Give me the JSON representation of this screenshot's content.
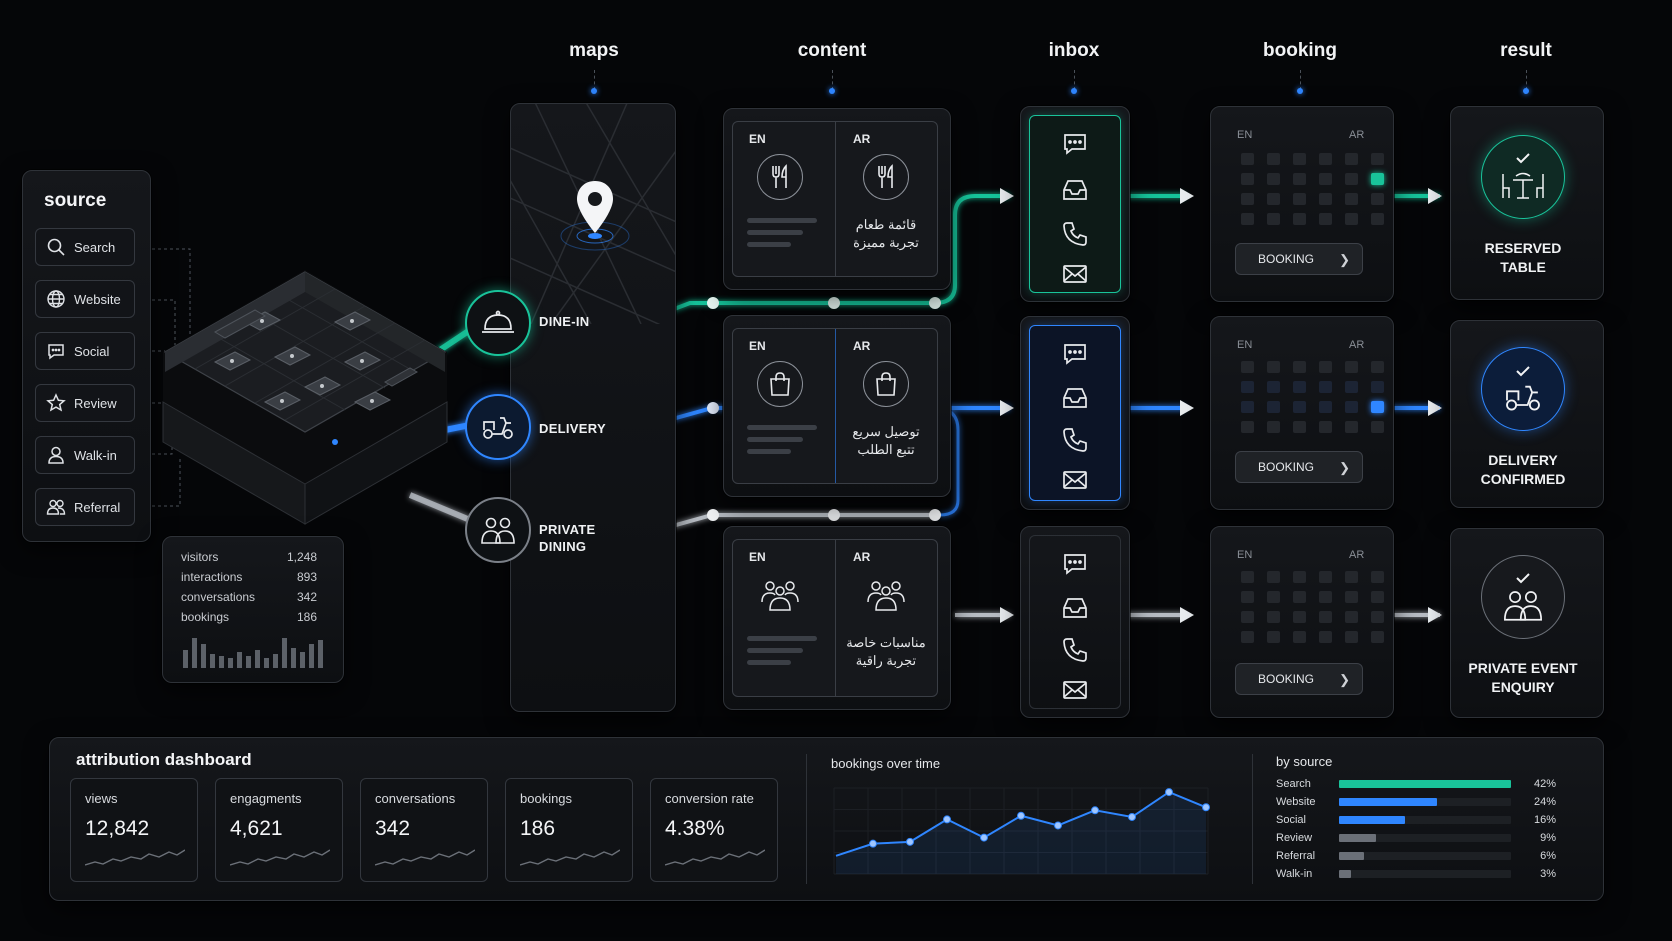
{
  "stages": [
    "maps",
    "content",
    "inbox",
    "booking",
    "result"
  ],
  "source": {
    "title": "source",
    "items": [
      {
        "label": "Search",
        "icon": "search-icon"
      },
      {
        "label": "Website",
        "icon": "globe-icon"
      },
      {
        "label": "Social",
        "icon": "chat-icon"
      },
      {
        "label": "Review",
        "icon": "star-icon"
      },
      {
        "label": "Walk-in",
        "icon": "person-icon"
      },
      {
        "label": "Referral",
        "icon": "people-icon"
      }
    ]
  },
  "stats": [
    {
      "label": "visitors",
      "value": "1,248"
    },
    {
      "label": "interactions",
      "value": "893"
    },
    {
      "label": "conversations",
      "value": "342"
    },
    {
      "label": "bookings",
      "value": "186"
    }
  ],
  "channels": [
    {
      "label": "DINE-IN",
      "color": "#19c39a",
      "icon": "cloche-icon"
    },
    {
      "label": "DELIVERY",
      "color": "#2f86ff",
      "icon": "scooter-icon"
    },
    {
      "label": "PRIVATE DINING",
      "label_lines": [
        "PRIVATE",
        "DINING"
      ],
      "color": "#c9ccd1",
      "icon": "group-icon"
    }
  ],
  "content": [
    {
      "en": "EN",
      "ar": "AR",
      "ar_lines": [
        "قائمة طعام",
        "تجربة مميزة"
      ],
      "icon": "cutlery-icon"
    },
    {
      "en": "EN",
      "ar": "AR",
      "ar_lines": [
        "توصيل سريع",
        "تتبع الطلب"
      ],
      "icon": "bag-icon"
    },
    {
      "en": "EN",
      "ar": "AR",
      "ar_lines": [
        "مناسبات خاصة",
        "تجربة راقية"
      ],
      "icon": "group-icon"
    }
  ],
  "booking": {
    "en": "EN",
    "ar": "AR",
    "button": "BOOKING"
  },
  "results": [
    {
      "lines": [
        "RESERVED",
        "TABLE"
      ],
      "icon": "table-icon",
      "color": "#19c39a"
    },
    {
      "lines": [
        "DELIVERY",
        "CONFIRMED"
      ],
      "icon": "scooter-icon",
      "color": "#2f86ff"
    },
    {
      "lines": [
        "PRIVATE EVENT",
        "ENQUIRY"
      ],
      "icon": "group-icon",
      "color": "#c9ccd1"
    }
  ],
  "dashboard": {
    "title": "attribution dashboard",
    "kpis": [
      {
        "label": "views",
        "value": "12,842"
      },
      {
        "label": "engagments",
        "value": "4,621"
      },
      {
        "label": "conversations",
        "value": "342"
      },
      {
        "label": "bookings",
        "value": "186"
      },
      {
        "label": "conversion rate",
        "value": "4.38%"
      }
    ],
    "line_title": "bookings over time",
    "line_values": [
      3,
      5,
      5.3,
      9,
      6,
      9.6,
      8,
      10.5,
      9.4,
      13.5,
      11
    ],
    "bar_title": "by source",
    "by_source": [
      {
        "label": "Search",
        "value": 42,
        "display": "42%",
        "color": "#19c39a"
      },
      {
        "label": "Website",
        "value": 24,
        "display": "24%",
        "color": "#2f86ff"
      },
      {
        "label": "Social",
        "value": 16,
        "display": "16%",
        "color": "#2f86ff"
      },
      {
        "label": "Review",
        "value": 9,
        "display": "9%",
        "color": "#6b7078"
      },
      {
        "label": "Referral",
        "value": 6,
        "display": "6%",
        "color": "#6b7078"
      },
      {
        "label": "Walk-in",
        "value": 3,
        "display": "3%",
        "color": "#6b7078"
      }
    ]
  }
}
